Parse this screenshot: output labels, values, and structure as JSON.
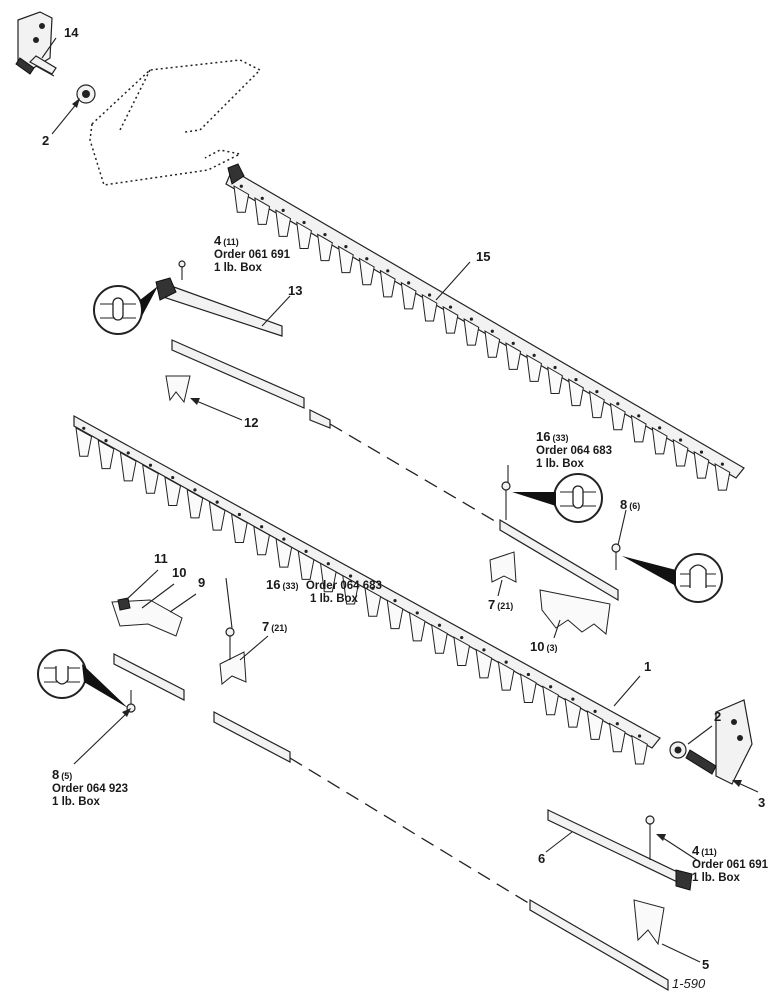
{
  "figure_id": "1-590",
  "callouts": {
    "c1": {
      "num": "1"
    },
    "c2a": {
      "num": "2"
    },
    "c2b": {
      "num": "2"
    },
    "c3": {
      "num": "3"
    },
    "c4a": {
      "num": "4",
      "qty": "(11)",
      "order": "Order 061 691",
      "box": "1 lb. Box"
    },
    "c4b": {
      "num": "4",
      "qty": "(11)",
      "order": "Order 061 691",
      "box": "1 lb. Box"
    },
    "c5": {
      "num": "5"
    },
    "c6": {
      "num": "6"
    },
    "c7a": {
      "num": "7",
      "qty": "(21)"
    },
    "c7b": {
      "num": "7",
      "qty": "(21)"
    },
    "c8a": {
      "num": "8",
      "qty": "(6)"
    },
    "c8b": {
      "num": "8",
      "qty": "(5)",
      "order": "Order 064 923",
      "box": "1 lb. Box"
    },
    "c9": {
      "num": "9"
    },
    "c10a": {
      "num": "10"
    },
    "c10b": {
      "num": "10",
      "qty": "(3)"
    },
    "c11": {
      "num": "11"
    },
    "c12": {
      "num": "12"
    },
    "c13": {
      "num": "13"
    },
    "c14": {
      "num": "14"
    },
    "c15": {
      "num": "15"
    },
    "c16a": {
      "num": "16",
      "qty": "(33)",
      "order": "Order 064 683",
      "box": "1 lb. Box"
    },
    "c16b": {
      "num": "16",
      "qty": "(33)",
      "order": "Order 064 683",
      "box": "1 lb. Box"
    }
  }
}
